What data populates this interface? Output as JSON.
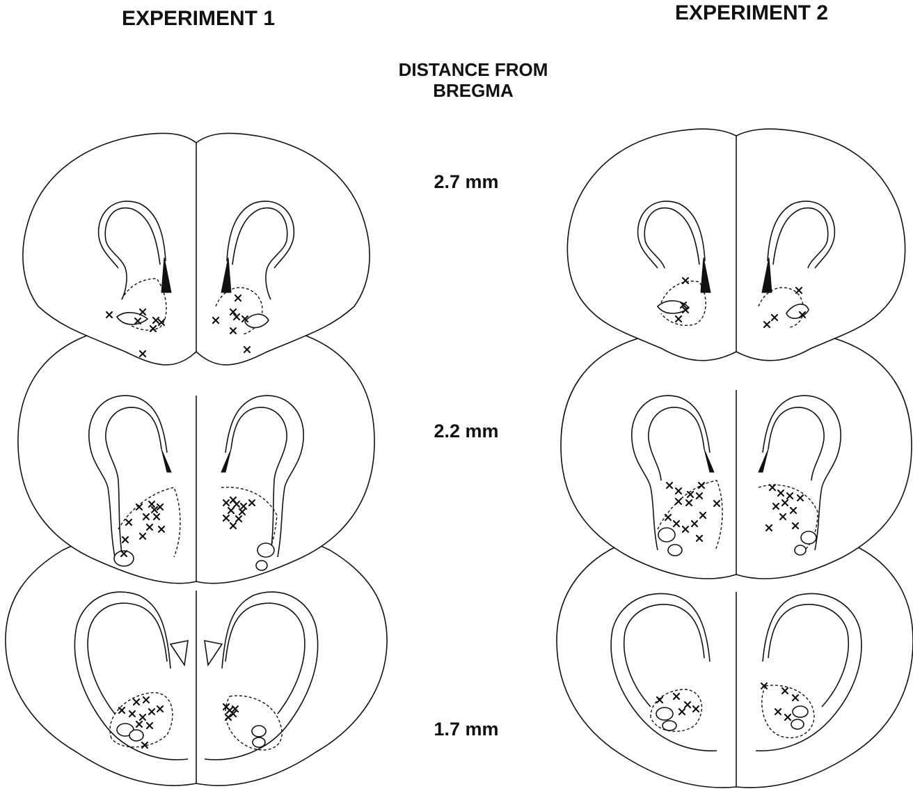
{
  "headings": {
    "experiment_1": "EXPERIMENT 1",
    "experiment_2": "EXPERIMENT 2",
    "distance_title_line1": "DISTANCE FROM",
    "distance_title_line2": "BREGMA"
  },
  "levels": [
    {
      "label": "2.7 mm"
    },
    {
      "label": "2.2 mm"
    },
    {
      "label": "1.7 mm"
    }
  ],
  "colors": {
    "ink": "#111111",
    "paper": "#ffffff"
  }
}
